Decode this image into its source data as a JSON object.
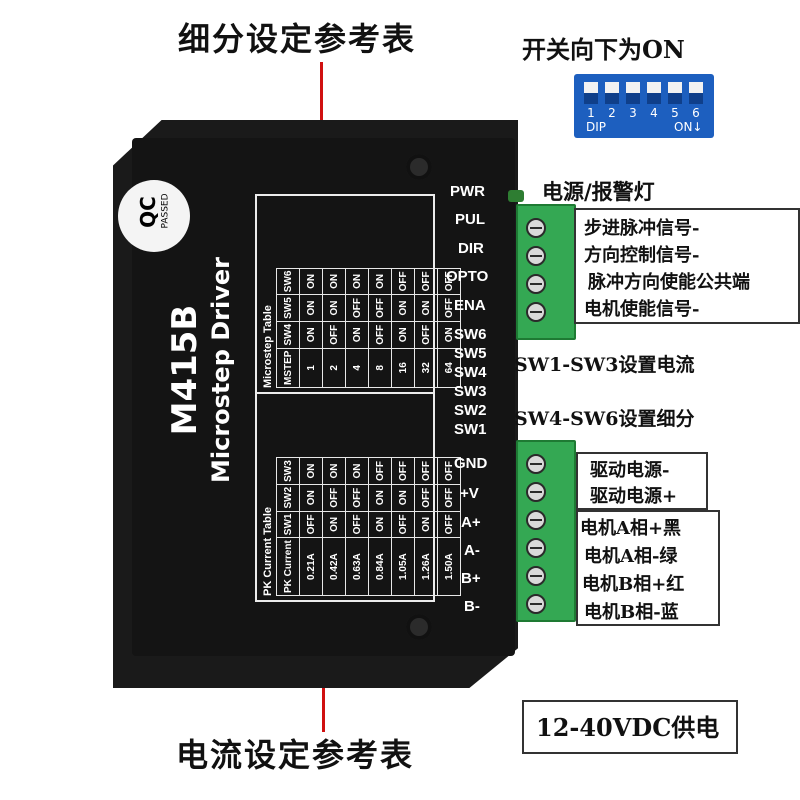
{
  "captions": {
    "top": "细分设定参考表",
    "bottom": "电流设定参考表",
    "dip_hint": "开关向下为ON",
    "power_alarm": "电源/报警灯",
    "sw_current": "SW1-SW3设置电流",
    "sw_microstep": "SW4-SW6设置细分",
    "supply": "12-40VDC供电"
  },
  "dip_switch": {
    "numbers": [
      "1",
      "2",
      "3",
      "4",
      "5",
      "6"
    ],
    "label": "DIP",
    "on_label": "ON↓"
  },
  "badge": {
    "qc": "QC",
    "passed": "PASSED"
  },
  "driver": {
    "model": "M415B",
    "subtitle": "Microstep Driver"
  },
  "ports": [
    "PWR",
    "PUL",
    "DIR",
    "OPTO",
    "ENA",
    "SW6",
    "SW5",
    "SW4",
    "SW3",
    "SW2",
    "SW1",
    "GND",
    "+V",
    "A+",
    "A-",
    "B+",
    "B-"
  ],
  "signal_callouts": [
    "步进脉冲信号-",
    "方向控制信号-",
    "脉冲方向使能公共端",
    "电机使能信号-"
  ],
  "power_callouts": [
    "驱动电源-",
    "驱动电源+"
  ],
  "motor_callouts": [
    "电机A相+黑",
    "电机A相-绿",
    "电机B相+红",
    "电机B相-蓝"
  ],
  "microstep_table": {
    "title": "Microstep Table",
    "headers": [
      "MSTEP",
      "SW4",
      "SW5",
      "SW6"
    ],
    "rows": [
      [
        "1",
        "ON",
        "ON",
        "ON"
      ],
      [
        "2",
        "OFF",
        "ON",
        "ON"
      ],
      [
        "4",
        "ON",
        "OFF",
        "ON"
      ],
      [
        "8",
        "OFF",
        "OFF",
        "ON"
      ],
      [
        "16",
        "ON",
        "ON",
        "OFF"
      ],
      [
        "32",
        "OFF",
        "ON",
        "OFF"
      ],
      [
        "64",
        "ON",
        "OFF",
        "OFF"
      ]
    ]
  },
  "current_table": {
    "title": "PK Current Table",
    "headers": [
      "PK Current",
      "SW1",
      "SW2",
      "SW3"
    ],
    "rows": [
      [
        "0.21A",
        "OFF",
        "ON",
        "ON"
      ],
      [
        "0.42A",
        "ON",
        "OFF",
        "ON"
      ],
      [
        "0.63A",
        "OFF",
        "OFF",
        "ON"
      ],
      [
        "0.84A",
        "ON",
        "ON",
        "OFF"
      ],
      [
        "1.05A",
        "OFF",
        "ON",
        "OFF"
      ],
      [
        "1.26A",
        "ON",
        "OFF",
        "OFF"
      ],
      [
        "1.50A",
        "OFF",
        "OFF",
        "OFF"
      ]
    ]
  }
}
